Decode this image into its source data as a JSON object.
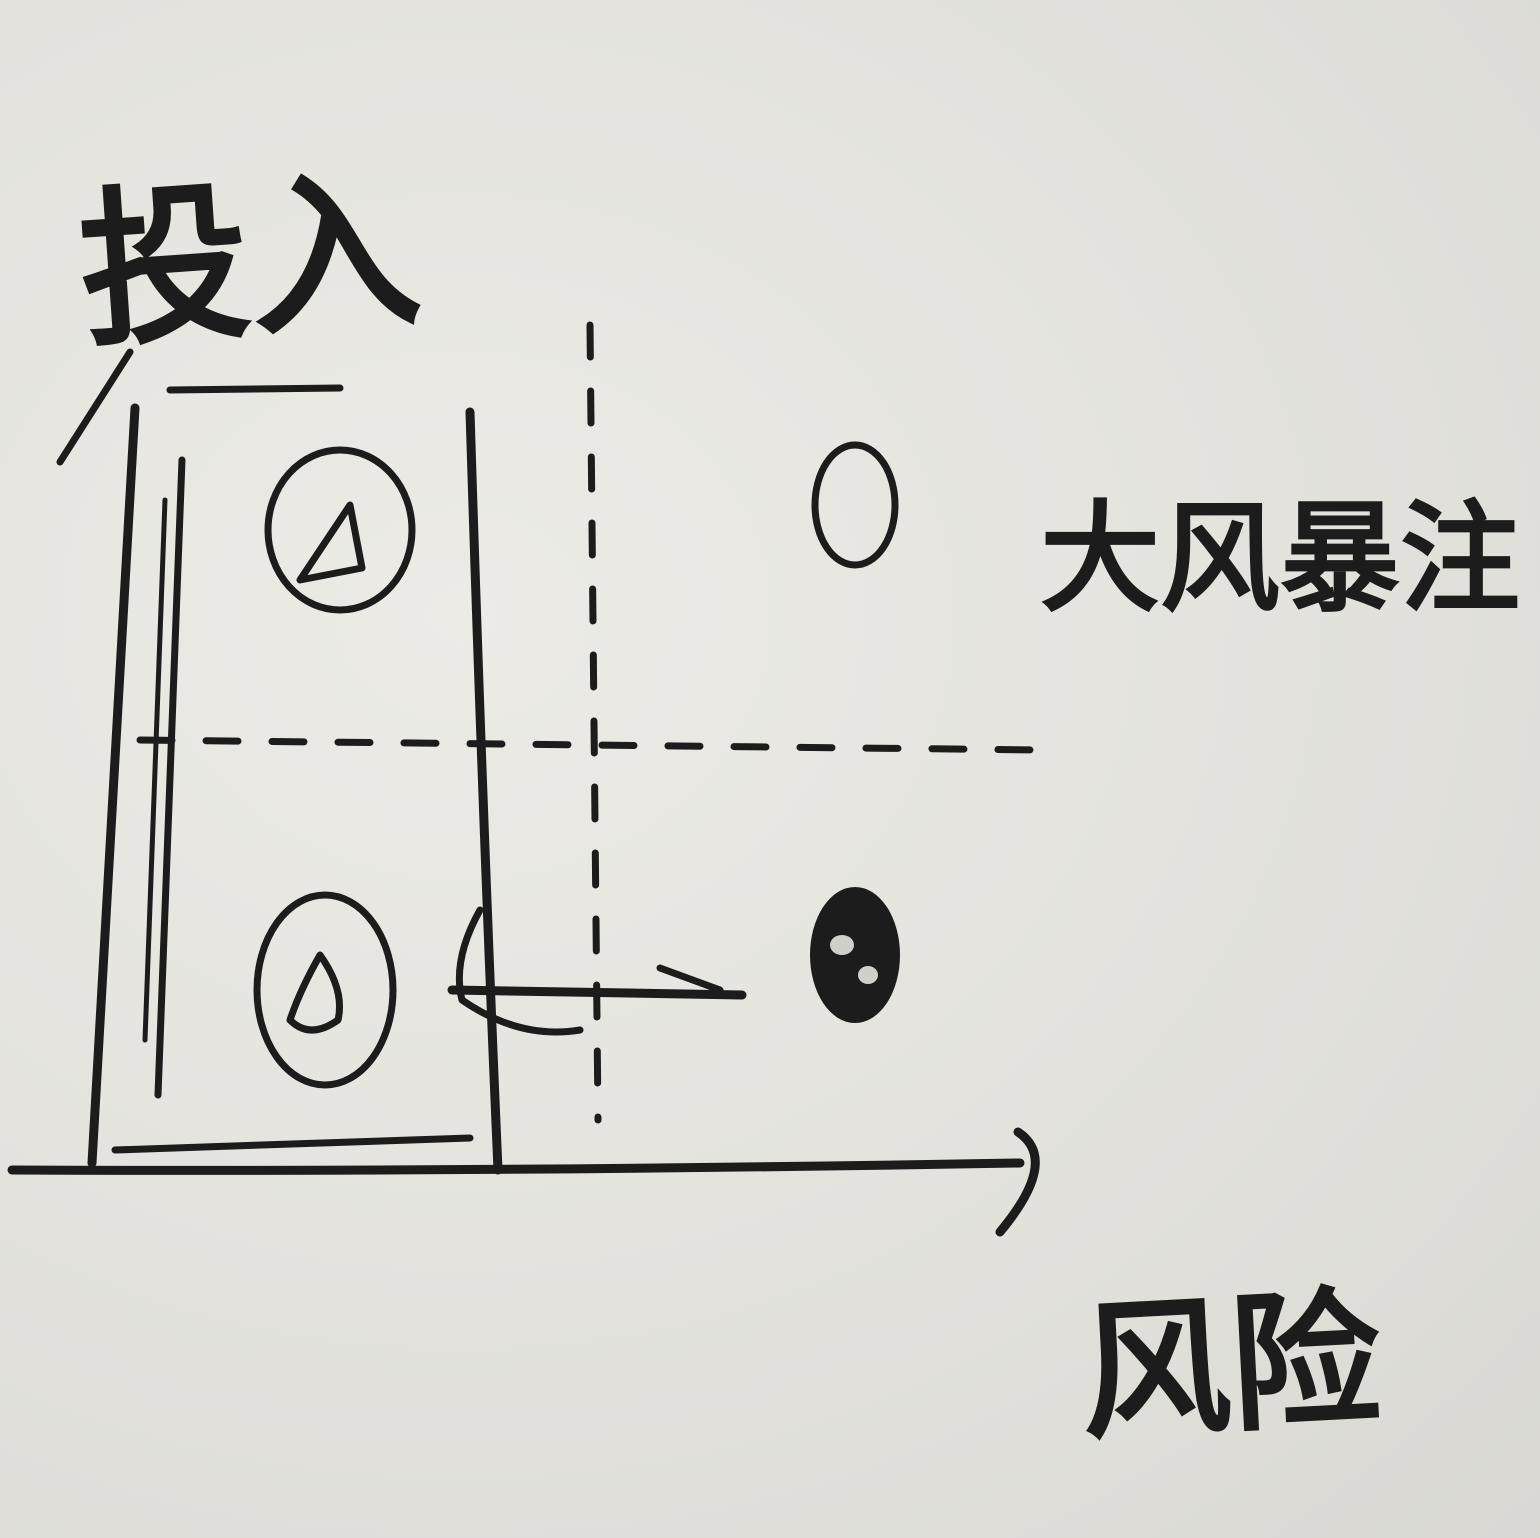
{
  "labels": {
    "top_left": "投入",
    "right_middle": "大风暴注",
    "axis_end": "风险"
  },
  "icons": {
    "triangle_in_circle": "triangle-icon",
    "drop_in_circle": "drop-icon",
    "hollow_circle": "hollow-circle-icon",
    "filled_circle": "filled-circle-icon"
  },
  "colors": {
    "ink": "#1c1c1c",
    "paper": "#e6e5e0"
  }
}
